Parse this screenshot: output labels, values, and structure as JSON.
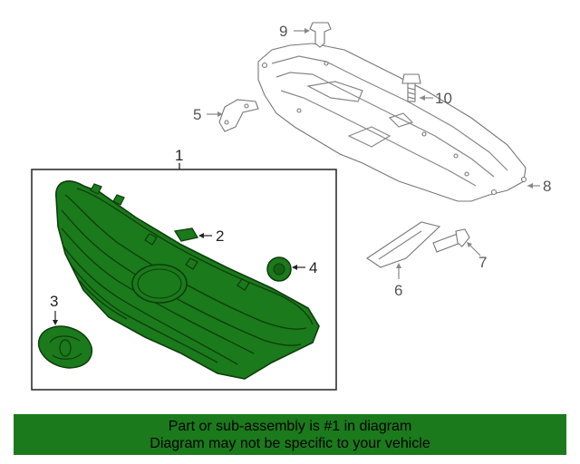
{
  "diagram": {
    "callouts": {
      "c1": "1",
      "c2": "2",
      "c3": "3",
      "c4": "4",
      "c5": "5",
      "c6": "6",
      "c7": "7",
      "c8": "8",
      "c9": "9",
      "c10": "10"
    },
    "highlight_color": "#1b7a1b",
    "line_color": "#888888"
  },
  "banner": {
    "line1": "Part or sub-assembly is #1 in diagram",
    "line2": "Diagram may not be specific to your vehicle",
    "background": "#1b7a1b"
  }
}
